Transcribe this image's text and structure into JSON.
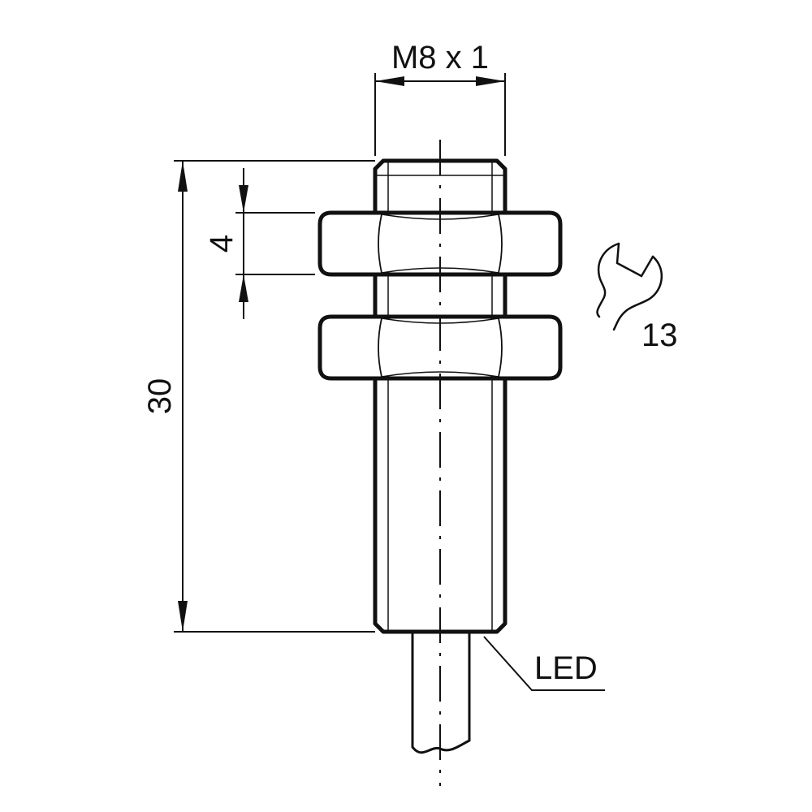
{
  "drawing": {
    "thread_label": "M8 x 1",
    "height_label": "30",
    "nut_label": "4",
    "wrench_size_label": "13",
    "led_label": "LED",
    "wrench_symbol": "wrench-icon"
  },
  "colors": {
    "line": "#111111",
    "background": "#ffffff"
  }
}
